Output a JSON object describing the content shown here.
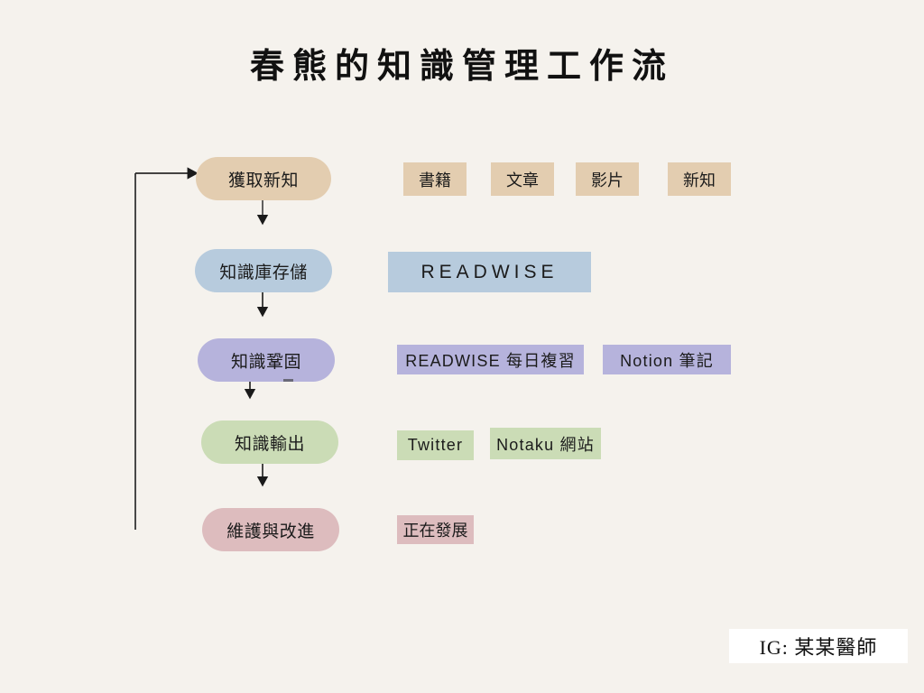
{
  "page": {
    "title": "春熊的知識管理工作流",
    "background_color": "#f5f2ed"
  },
  "flow": {
    "nodes": [
      {
        "id": "acquire",
        "label": "獲取新知",
        "color": "#e3cdb0"
      },
      {
        "id": "store",
        "label": "知識庫存儲",
        "color": "#b7cbdd"
      },
      {
        "id": "consolidate",
        "label": "知識鞏固",
        "color": "#b6b3dc"
      },
      {
        "id": "output",
        "label": "知識輸出",
        "color": "#cbdcb6"
      },
      {
        "id": "maintain",
        "label": "維護與改進",
        "color": "#ddbcbe"
      }
    ]
  },
  "tag_rows": [
    {
      "row": "acquire",
      "color": "#e3cdb0",
      "tags": [
        {
          "label": "書籍"
        },
        {
          "label": "文章"
        },
        {
          "label": "影片"
        },
        {
          "label": "新知"
        }
      ]
    },
    {
      "row": "store",
      "color": "#b7cbdd",
      "tags": [
        {
          "label": "READWISE"
        }
      ]
    },
    {
      "row": "consolidate",
      "color": "#b6b3dc",
      "tags": [
        {
          "label": "READWISE  每日複習"
        },
        {
          "label": "Notion  筆記"
        }
      ]
    },
    {
      "row": "output",
      "color": "#cbdcb6",
      "tags": [
        {
          "label": "Twitter"
        },
        {
          "label": "Notaku 網站"
        }
      ]
    },
    {
      "row": "maintain",
      "color": "#ddbcbe",
      "tags": [
        {
          "label": "正在發展"
        }
      ]
    }
  ],
  "footer": {
    "badge_text": "IG: 某某醫師"
  },
  "connectors": {
    "arrow_color": "#1a1a1a",
    "feedback_label": ""
  }
}
